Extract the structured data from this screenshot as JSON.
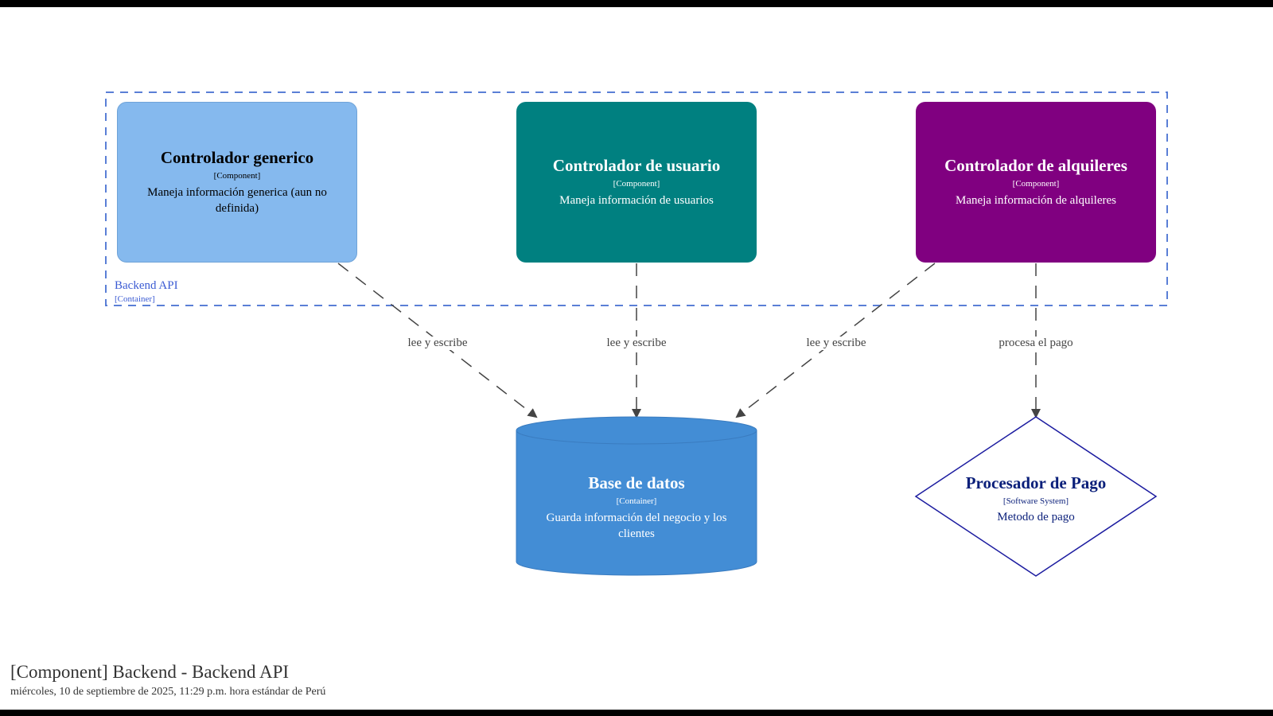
{
  "components": {
    "generic": {
      "title": "Controlador generico",
      "stereotype": "[Component]",
      "description": "Maneja información generica (aun no definida)"
    },
    "usuario": {
      "title": "Controlador de usuario",
      "stereotype": "[Component]",
      "description": "Maneja información de usuarios"
    },
    "alquileres": {
      "title": "Controlador de alquileres",
      "stereotype": "[Component]",
      "description": "Maneja información de alquileres"
    }
  },
  "boundary": {
    "name": "Backend API",
    "type": "[Container]"
  },
  "database": {
    "title": "Base de datos",
    "stereotype": "[Container]",
    "description": "Guarda información del negocio y los clientes"
  },
  "payment": {
    "title": "Procesador de Pago",
    "stereotype": "[Software System]",
    "description": "Metodo de pago"
  },
  "relationships": [
    {
      "from": "Controlador generico",
      "to": "Base de datos",
      "label": "lee y escribe"
    },
    {
      "from": "Controlador de usuario",
      "to": "Base de datos",
      "label": "lee y escribe"
    },
    {
      "from": "Controlador de alquileres",
      "to": "Base de datos",
      "label": "lee y escribe"
    },
    {
      "from": "Controlador de alquileres",
      "to": "Procesador de Pago",
      "label": "procesa el pago"
    }
  ],
  "footer": {
    "title": "[Component] Backend - Backend API",
    "timestamp": "miércoles, 10 de septiembre de 2025, 11:29 p.m. hora estándar de Perú"
  },
  "colors": {
    "generic": "#85b9ee",
    "usuario": "#008080",
    "alquileres": "#800080",
    "database": "#438dd5",
    "payment_border": "#1c1ca0",
    "boundary": "#3b5bd3"
  }
}
